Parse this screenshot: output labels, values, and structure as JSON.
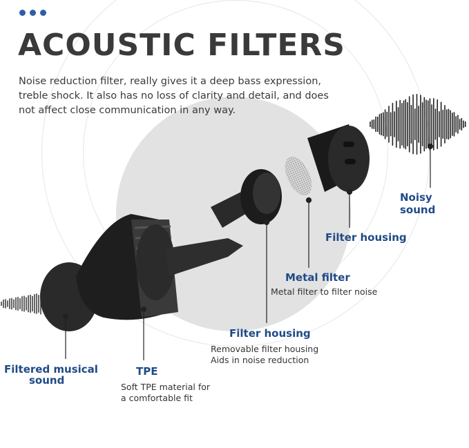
{
  "header": {
    "title": "ACOUSTIC FILTERS",
    "description": "Noise reduction filter, really gives it a deep bass expression, treble shock. It also has no loss of clarity and detail, and does not affect close communication in any way."
  },
  "callouts": {
    "noisy_sound": {
      "label": "Noisy sound"
    },
    "filter_housing_top": {
      "label": "Filter housing"
    },
    "metal_filter": {
      "label": "Metal filter",
      "sub": "Metal filter to filter noise"
    },
    "filter_housing": {
      "label": "Filter housing",
      "sub1": "Removable filter housing",
      "sub2": "Aids in noise reduction"
    },
    "filtered_sound": {
      "line1": "Filtered musical",
      "line2": "sound"
    },
    "tpe": {
      "label": "TPE",
      "sub1": "Soft TPE material for",
      "sub2": "a comfortable fit"
    }
  },
  "colors": {
    "accent": "#1f4a86",
    "dots": "#2f5ea8",
    "title": "#3a3a3a",
    "disc": "#e2e2e2"
  }
}
